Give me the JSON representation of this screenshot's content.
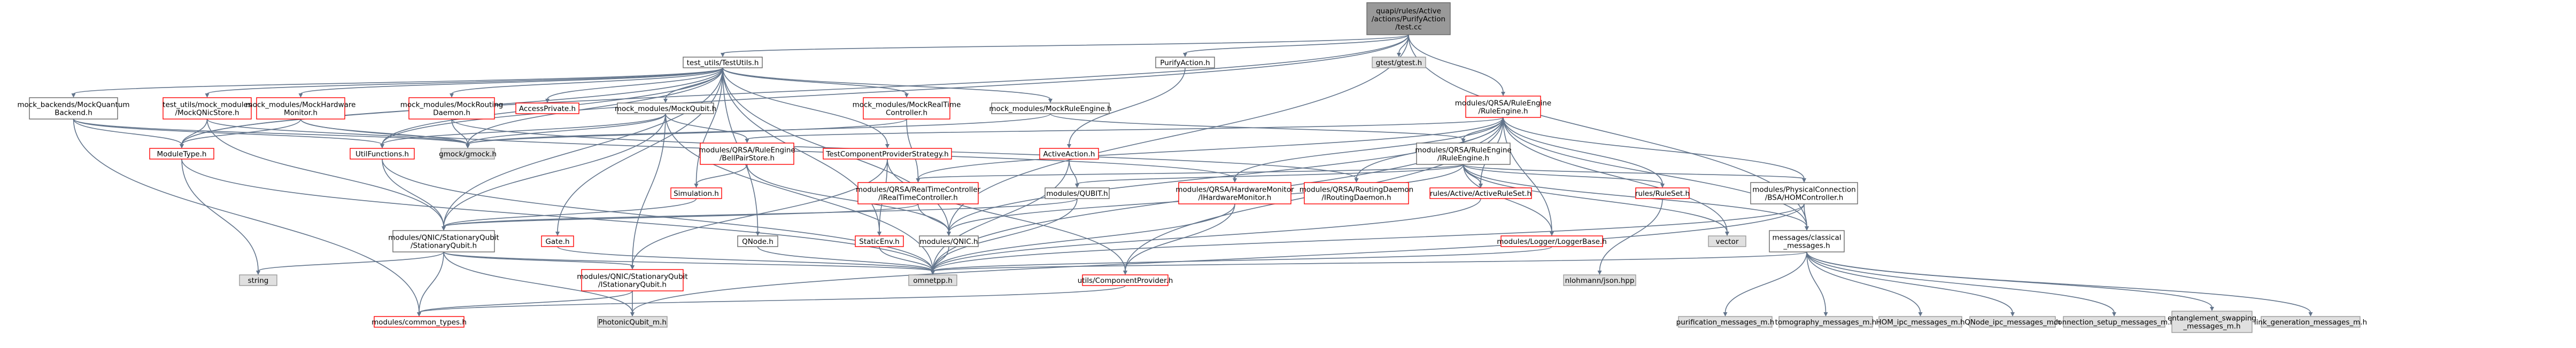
{
  "diagram": {
    "type": "include-dependency-graph",
    "colors": {
      "edge": "#63758c",
      "root_fill": "#999999",
      "root_border": "#666666",
      "normal_fill": "#ffffff",
      "normal_border": "#666666",
      "missing_border": "#ff0000",
      "external_fill": "#e0e0e0",
      "external_border": "#999999"
    },
    "nodes": {
      "root": {
        "lines": [
          "quapi/rules/Active",
          "/actions/PurifyAction",
          "/test.cc"
        ],
        "kind": "root"
      },
      "test_utils": {
        "lines": [
          "test_utils/TestUtils.h"
        ],
        "kind": "normal"
      },
      "purify_action": {
        "lines": [
          "PurifyAction.h"
        ],
        "kind": "normal"
      },
      "gtest": {
        "lines": [
          "gtest/gtest.h"
        ],
        "kind": "external"
      },
      "qrsa_rule_engine": {
        "lines": [
          "modules/QRSA/RuleEngine",
          "/RuleEngine.h"
        ],
        "kind": "missing"
      },
      "mock_backends": {
        "lines": [
          "mock_backends/MockQuantum",
          "Backend.h"
        ],
        "kind": "normal"
      },
      "mock_qnic_store": {
        "lines": [
          "test_utils/mock_modules",
          "/MockQNicStore.h"
        ],
        "kind": "missing"
      },
      "mock_hw_monitor": {
        "lines": [
          "mock_modules/MockHardware",
          "Monitor.h"
        ],
        "kind": "missing"
      },
      "mock_routing": {
        "lines": [
          "mock_modules/MockRouting",
          "Daemon.h"
        ],
        "kind": "missing"
      },
      "access_private": {
        "lines": [
          "AccessPrivate.h"
        ],
        "kind": "missing"
      },
      "mock_qubit": {
        "lines": [
          "mock_modules/MockQubit.h"
        ],
        "kind": "normal"
      },
      "mock_realtime": {
        "lines": [
          "mock_modules/MockRealTime",
          "Controller.h"
        ],
        "kind": "missing"
      },
      "mock_rule_engine": {
        "lines": [
          "mock_modules/MockRuleEngine.h"
        ],
        "kind": "normal"
      },
      "module_type": {
        "lines": [
          "ModuleType.h"
        ],
        "kind": "missing"
      },
      "gmock": {
        "lines": [
          "gmock/gmock.h"
        ],
        "kind": "external"
      },
      "util_functions": {
        "lines": [
          "UtilFunctions.h"
        ],
        "kind": "missing"
      },
      "bell_pair_store": {
        "lines": [
          "modules/QRSA/RuleEngine",
          "/BellPairStore.h"
        ],
        "kind": "missing"
      },
      "test_comp_provider": {
        "lines": [
          "TestComponentProviderStrategy.h"
        ],
        "kind": "missing"
      },
      "active_action": {
        "lines": [
          "ActiveAction.h"
        ],
        "kind": "missing"
      },
      "irule_engine": {
        "lines": [
          "modules/QRSA/RuleEngine",
          "/IRuleEngine.h"
        ],
        "kind": "normal"
      },
      "simulation": {
        "lines": [
          "Simulation.h"
        ],
        "kind": "missing"
      },
      "irealtime": {
        "lines": [
          "modules/QRSA/RealTimeController",
          "/IRealTimeController.h"
        ],
        "kind": "missing"
      },
      "iqubit": {
        "lines": [
          "modules/QUBIT.h"
        ],
        "kind": "normal"
      },
      "ihw_monitor": {
        "lines": [
          "modules/QRSA/HardwareMonitor",
          "/IHardwareMonitor.h"
        ],
        "kind": "missing"
      },
      "irouting": {
        "lines": [
          "modules/QRSA/RoutingDaemon",
          "/IRoutingDaemon.h"
        ],
        "kind": "missing"
      },
      "active_ruleset": {
        "lines": [
          "rules/Active/ActiveRuleSet.h"
        ],
        "kind": "missing"
      },
      "ruleset": {
        "lines": [
          "rules/RuleSet.h"
        ],
        "kind": "missing"
      },
      "hom_controller": {
        "lines": [
          "modules/PhysicalConnection",
          "/BSA/HOMController.h"
        ],
        "kind": "normal"
      },
      "stationary_qubit_h": {
        "lines": [
          "modules/QNIC/StationaryQubit",
          "/StationaryQubit.h"
        ],
        "kind": "normal"
      },
      "gate": {
        "lines": [
          "Gate.h"
        ],
        "kind": "missing"
      },
      "qnode": {
        "lines": [
          "QNode.h"
        ],
        "kind": "normal"
      },
      "static_env": {
        "lines": [
          "StaticEnv.h"
        ],
        "kind": "missing"
      },
      "qnic": {
        "lines": [
          "modules/QNIC.h"
        ],
        "kind": "normal"
      },
      "logger_base": {
        "lines": [
          "modules/Logger/LoggerBase.h"
        ],
        "kind": "missing"
      },
      "vector": {
        "lines": [
          "vector"
        ],
        "kind": "external"
      },
      "classical_messages": {
        "lines": [
          "messages/classical",
          "_messages.h"
        ],
        "kind": "normal"
      },
      "string": {
        "lines": [
          "string"
        ],
        "kind": "external"
      },
      "istationary_qubit": {
        "lines": [
          "modules/QNIC/StationaryQubit",
          "/IStationaryQubit.h"
        ],
        "kind": "missing"
      },
      "omnetpp": {
        "lines": [
          "omnetpp.h"
        ],
        "kind": "external"
      },
      "component_provider": {
        "lines": [
          "utils/ComponentProvider.h"
        ],
        "kind": "missing"
      },
      "nlohmann": {
        "lines": [
          "nlohmann/json.hpp"
        ],
        "kind": "external"
      },
      "common_types": {
        "lines": [
          "modules/common_types.h"
        ],
        "kind": "missing"
      },
      "photonic_qubit": {
        "lines": [
          "PhotonicQubit_m.h"
        ],
        "kind": "external"
      },
      "purification_msgs": {
        "lines": [
          "purification_messages_m.h"
        ],
        "kind": "external"
      },
      "tomography_msgs": {
        "lines": [
          "tomography_messages_m.h"
        ],
        "kind": "external"
      },
      "hom_ipc_msgs": {
        "lines": [
          "HOM_ipc_messages_m.h"
        ],
        "kind": "external"
      },
      "qnode_ipc_msgs": {
        "lines": [
          "QNode_ipc_messages_m.h"
        ],
        "kind": "external"
      },
      "conn_setup_msgs": {
        "lines": [
          "connection_setup_messages_m.h"
        ],
        "kind": "external"
      },
      "entanglement_msgs": {
        "lines": [
          "entanglement_swapping",
          "_messages_m.h"
        ],
        "kind": "external"
      },
      "link_gen_msgs": {
        "lines": [
          "link_generation_messages_m.h"
        ],
        "kind": "external"
      }
    },
    "edges": [
      [
        "root",
        "test_utils"
      ],
      [
        "root",
        "purify_action"
      ],
      [
        "root",
        "gtest"
      ],
      [
        "root",
        "qrsa_rule_engine"
      ],
      [
        "root",
        "classical_messages"
      ],
      [
        "root",
        "module_type"
      ],
      [
        "root",
        "util_functions"
      ],
      [
        "root",
        "qnic"
      ],
      [
        "test_utils",
        "mock_backends"
      ],
      [
        "test_utils",
        "mock_qnic_store"
      ],
      [
        "test_utils",
        "mock_hw_monitor"
      ],
      [
        "test_utils",
        "mock_routing"
      ],
      [
        "test_utils",
        "access_private"
      ],
      [
        "test_utils",
        "mock_qubit"
      ],
      [
        "test_utils",
        "mock_realtime"
      ],
      [
        "test_utils",
        "mock_rule_engine"
      ],
      [
        "test_utils",
        "gmock"
      ],
      [
        "test_utils",
        "util_functions"
      ],
      [
        "test_utils",
        "test_comp_provider"
      ],
      [
        "test_utils",
        "simulation"
      ],
      [
        "test_utils",
        "stationary_qubit_h"
      ],
      [
        "test_utils",
        "gate"
      ],
      [
        "test_utils",
        "qnode"
      ],
      [
        "test_utils",
        "static_env"
      ],
      [
        "test_utils",
        "qnic"
      ],
      [
        "test_utils",
        "module_type"
      ],
      [
        "purify_action",
        "active_action"
      ],
      [
        "qrsa_rule_engine",
        "irule_engine"
      ],
      [
        "qrsa_rule_engine",
        "bell_pair_store"
      ],
      [
        "qrsa_rule_engine",
        "irealtime"
      ],
      [
        "qrsa_rule_engine",
        "ihw_monitor"
      ],
      [
        "qrsa_rule_engine",
        "irouting"
      ],
      [
        "qrsa_rule_engine",
        "active_ruleset"
      ],
      [
        "qrsa_rule_engine",
        "ruleset"
      ],
      [
        "qrsa_rule_engine",
        "hom_controller"
      ],
      [
        "qrsa_rule_engine",
        "logger_base"
      ],
      [
        "qrsa_rule_engine",
        "vector"
      ],
      [
        "qrsa_rule_engine",
        "classical_messages"
      ],
      [
        "qrsa_rule_engine",
        "omnetpp"
      ],
      [
        "qrsa_rule_engine",
        "component_provider"
      ],
      [
        "qrsa_rule_engine",
        "qnic"
      ],
      [
        "mock_backends",
        "module_type"
      ],
      [
        "mock_backends",
        "util_functions"
      ],
      [
        "mock_backends",
        "common_types"
      ],
      [
        "mock_backends",
        "gmock"
      ],
      [
        "mock_qnic_store",
        "gmock"
      ],
      [
        "mock_qnic_store",
        "stationary_qubit_h"
      ],
      [
        "mock_qnic_store",
        "module_type"
      ],
      [
        "mock_hw_monitor",
        "gmock"
      ],
      [
        "mock_hw_monitor",
        "ihw_monitor"
      ],
      [
        "mock_hw_monitor",
        "module_type"
      ],
      [
        "mock_routing",
        "gmock"
      ],
      [
        "mock_routing",
        "irouting"
      ],
      [
        "mock_qubit",
        "gmock"
      ],
      [
        "mock_qubit",
        "stationary_qubit_h"
      ],
      [
        "mock_qubit",
        "istationary_qubit"
      ],
      [
        "mock_qubit",
        "bell_pair_store"
      ],
      [
        "mock_qubit",
        "omnetpp"
      ],
      [
        "mock_qubit",
        "util_functions"
      ],
      [
        "mock_realtime",
        "gmock"
      ],
      [
        "mock_realtime",
        "irealtime"
      ],
      [
        "mock_rule_engine",
        "gmock"
      ],
      [
        "mock_rule_engine",
        "irule_engine"
      ],
      [
        "module_type",
        "string"
      ],
      [
        "module_type",
        "omnetpp"
      ],
      [
        "util_functions",
        "omnetpp"
      ],
      [
        "util_functions",
        "stationary_qubit_h"
      ],
      [
        "bell_pair_store",
        "simulation"
      ],
      [
        "bell_pair_store",
        "qnic"
      ],
      [
        "test_comp_provider",
        "component_provider"
      ],
      [
        "test_comp_provider",
        "static_env"
      ],
      [
        "test_comp_provider",
        "istationary_qubit"
      ],
      [
        "active_action",
        "iqubit"
      ],
      [
        "active_action",
        "omnetpp"
      ],
      [
        "irule_engine",
        "iqubit"
      ],
      [
        "irule_engine",
        "ruleset"
      ],
      [
        "irule_engine",
        "active_ruleset"
      ],
      [
        "irule_engine",
        "hom_controller"
      ],
      [
        "irule_engine",
        "classical_messages"
      ],
      [
        "irule_engine",
        "vector"
      ],
      [
        "irule_engine",
        "qnic"
      ],
      [
        "irule_engine",
        "irealtime"
      ],
      [
        "irule_engine",
        "logger_base"
      ],
      [
        "simulation",
        "stationary_qubit_h"
      ],
      [
        "irealtime",
        "qnic"
      ],
      [
        "irealtime",
        "stationary_qubit_h"
      ],
      [
        "iqubit",
        "stationary_qubit_h"
      ],
      [
        "iqubit",
        "omnetpp"
      ],
      [
        "ihw_monitor",
        "component_provider"
      ],
      [
        "ihw_monitor",
        "omnetpp"
      ],
      [
        "active_ruleset",
        "omnetpp"
      ],
      [
        "ruleset",
        "nlohmann"
      ],
      [
        "hom_controller",
        "classical_messages"
      ],
      [
        "hom_controller",
        "omnetpp"
      ],
      [
        "hom_controller",
        "photonic_qubit"
      ],
      [
        "stationary_qubit_h",
        "istationary_qubit"
      ],
      [
        "stationary_qubit_h",
        "string"
      ],
      [
        "stationary_qubit_h",
        "common_types"
      ],
      [
        "stationary_qubit_h",
        "photonic_qubit"
      ],
      [
        "stationary_qubit_h",
        "omnetpp"
      ],
      [
        "gate",
        "omnetpp"
      ],
      [
        "qnode",
        "omnetpp"
      ],
      [
        "static_env",
        "omnetpp"
      ],
      [
        "qnic",
        "omnetpp"
      ],
      [
        "logger_base",
        "omnetpp"
      ],
      [
        "classical_messages",
        "purification_msgs"
      ],
      [
        "classical_messages",
        "tomography_msgs"
      ],
      [
        "classical_messages",
        "hom_ipc_msgs"
      ],
      [
        "classical_messages",
        "qnode_ipc_msgs"
      ],
      [
        "classical_messages",
        "conn_setup_msgs"
      ],
      [
        "classical_messages",
        "entanglement_msgs"
      ],
      [
        "classical_messages",
        "link_gen_msgs"
      ],
      [
        "classical_messages",
        "omnetpp"
      ],
      [
        "istationary_qubit",
        "common_types"
      ],
      [
        "istationary_qubit",
        "photonic_qubit"
      ],
      [
        "component_provider",
        "common_types"
      ]
    ]
  }
}
